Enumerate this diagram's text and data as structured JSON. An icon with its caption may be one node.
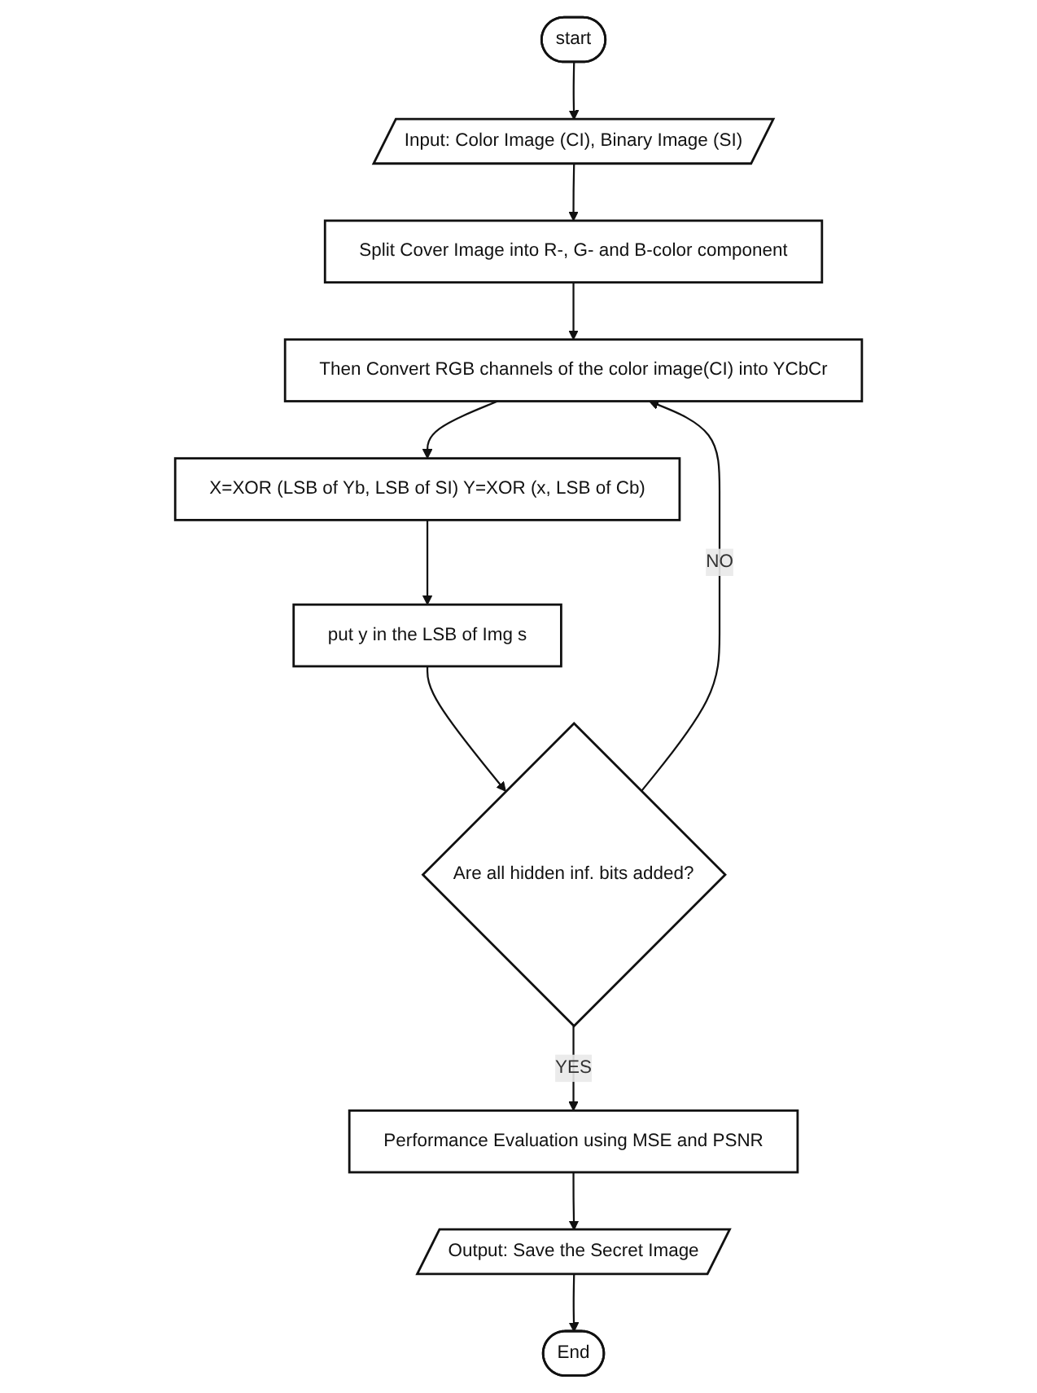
{
  "diagram": {
    "nodes": [
      {
        "text": [
          "start"
        ]
      },
      {
        "text": [
          "Input: Color Image (CI), Binary Image (SI)"
        ]
      },
      {
        "text": [
          "Split Cover Image into R-, G- and B-color component"
        ]
      },
      {
        "text": [
          "Then Convert RGB channels of the color image(CI) into YCbCr"
        ]
      },
      {
        "text": [
          "X=XOR (LSB of Yb, LSB of SI) Y=XOR (x, LSB of Cb)"
        ]
      },
      {
        "text": [
          "put y in the LSB of Img s"
        ]
      },
      {
        "text": [
          "Are all hidden inf. bits added?"
        ]
      },
      {
        "text": [
          "Performance Evaluation using MSE and PSNR"
        ]
      },
      {
        "text": [
          "Output: Save the Secret Image"
        ]
      },
      {
        "text": [
          "End"
        ]
      }
    ],
    "edges": [
      {
        "from": 0,
        "to": 1,
        "arrow": "to"
      },
      {
        "from": 1,
        "to": 2,
        "arrow": "to"
      },
      {
        "from": 2,
        "to": 3,
        "arrow": "to"
      },
      {
        "from": 3,
        "to": 4,
        "arrow": "to"
      },
      {
        "from": 4,
        "to": 5,
        "arrow": "to"
      },
      {
        "from": 5,
        "to": 6,
        "arrow": "to"
      },
      {
        "from": 6,
        "to": 3,
        "arrow": "to",
        "label": "NO"
      },
      {
        "from": 6,
        "to": 7,
        "arrow": "to",
        "label": "YES"
      },
      {
        "from": 7,
        "to": 8,
        "arrow": "to"
      },
      {
        "from": 8,
        "to": 9,
        "arrow": "to"
      }
    ]
  }
}
